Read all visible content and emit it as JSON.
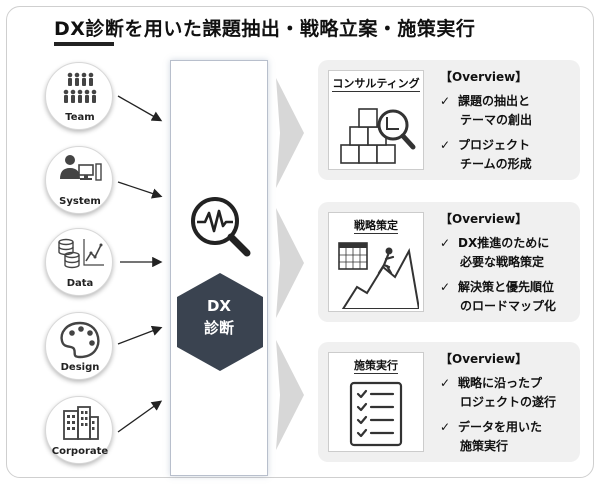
{
  "title": "DX診断を用いた課題抽出・戦略立案・施策実行",
  "inputs": [
    {
      "label": "Team",
      "icon": "team-icon"
    },
    {
      "label": "System",
      "icon": "system-icon"
    },
    {
      "label": "Data",
      "icon": "data-icon"
    },
    {
      "label": "Design",
      "icon": "design-icon"
    },
    {
      "label": "Corporate",
      "icon": "corporate-icon"
    }
  ],
  "center": {
    "line1": "DX",
    "line2": "診断",
    "icon": "analysis-magnifier-icon",
    "hex_color": "#3a4350"
  },
  "cards": [
    {
      "icon_title": "コンサルティング",
      "icon": "boxes-magnifier-icon",
      "overview": "【Overview】",
      "items": [
        {
          "line1": "課題の抽出と",
          "line2": "テーマの創出"
        },
        {
          "line1": "プロジェクト",
          "line2": "チームの形成"
        }
      ]
    },
    {
      "icon_title": "戦略策定",
      "icon": "calendar-climber-icon",
      "overview": "【Overview】",
      "items": [
        {
          "line1": "DX推進のために",
          "line2": "必要な戦略策定"
        },
        {
          "line1": "解決策と優先順位",
          "line2": "のロードマップ化"
        }
      ]
    },
    {
      "icon_title": "施策実行",
      "icon": "checklist-icon",
      "overview": "【Overview】",
      "items": [
        {
          "line1": "戦略に沿ったプ",
          "line2": "ロジェクトの遂行"
        },
        {
          "line1": "データを用いた",
          "line2": "施策実行"
        }
      ]
    }
  ],
  "check_mark": "✓"
}
